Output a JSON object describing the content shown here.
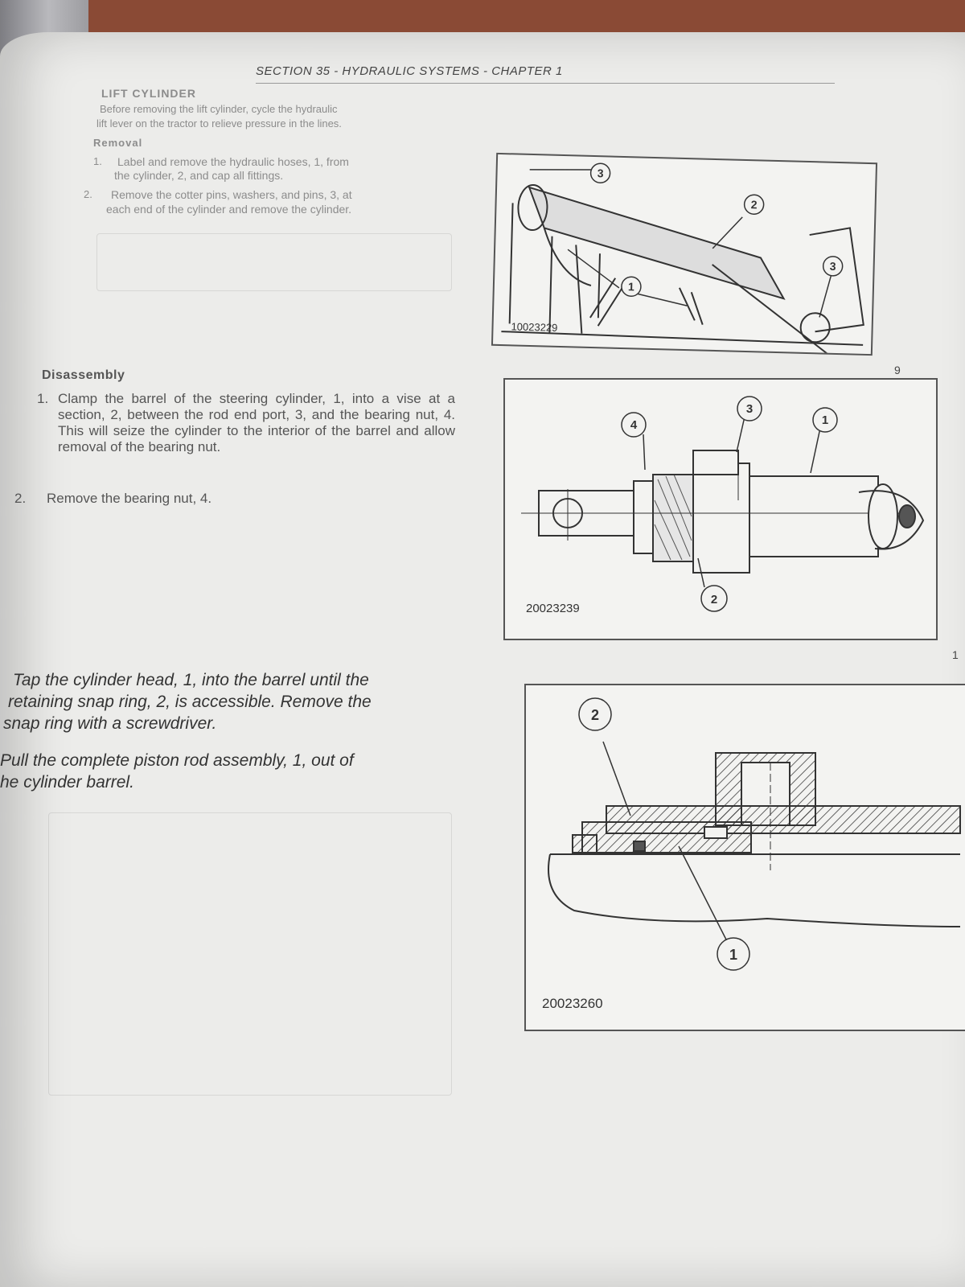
{
  "header": {
    "title": "SECTION 35 - HYDRAULIC SYSTEMS - CHAPTER 1"
  },
  "lift_cylinder": {
    "heading": "LIFT CYLINDER",
    "intro_line1": "Before removing the lift cylinder, cycle the hydraulic",
    "intro_line2": "lift lever on the tractor to relieve pressure in the lines.",
    "removal_heading": "Removal",
    "step1_num": "1.",
    "step1_line1": "Label and remove the hydraulic hoses, 1, from",
    "step1_line2": "the cylinder, 2, and cap all fittings.",
    "step2_num": "2.",
    "step2_line1": "Remove the cotter pins, washers, and pins, 3, at",
    "step2_line2": "each end of the cylinder and remove the cylinder."
  },
  "disassembly": {
    "heading": "Disassembly",
    "step1_num": "1.",
    "step1_text": "Clamp the barrel of the steering cylinder, 1, into a vise at a section, 2, between the rod end port, 3, and the bearing nut, 4. This will seize the cylinder to the interior of the barrel and allow removal of the bearing nut.",
    "step2_num": "2.",
    "step2_text": "Remove the bearing nut, 4."
  },
  "paragraphs": {
    "p1_line1": "Tap the cylinder head, 1, into the barrel until the",
    "p1_line2": "retaining snap ring, 2, is accessible. Remove the",
    "p1_line3": "snap ring with a screwdriver.",
    "p2_line1": "Pull the complete piston rod assembly, 1, out of",
    "p2_line2": "he cylinder barrel."
  },
  "figures": {
    "fig1": {
      "code": "10023229",
      "number": "9",
      "callouts": [
        "3",
        "2",
        "3",
        "1"
      ]
    },
    "fig2": {
      "code": "20023239",
      "number": "1",
      "callouts": [
        "4",
        "3",
        "1",
        "2"
      ]
    },
    "fig3": {
      "code": "20023260",
      "callouts": [
        "2",
        "1"
      ]
    }
  }
}
